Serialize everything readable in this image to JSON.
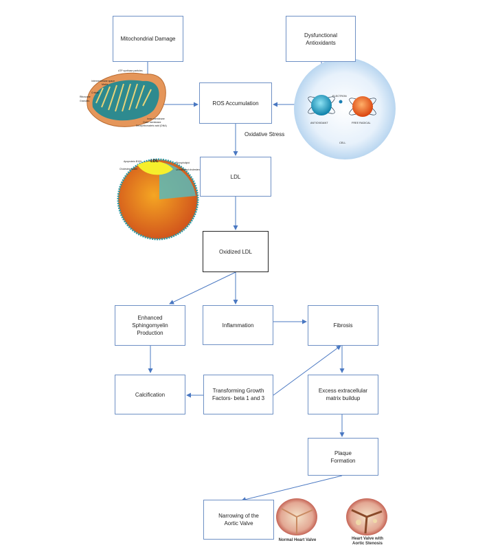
{
  "nodes": {
    "mitochondrial_damage": "Mitochondrial Damage",
    "dysfunctional_antioxidants": "Dysfunctional\nAntioxidants",
    "ros_accumulation": "ROS Accumulation",
    "ldl": "LDL",
    "oxidized_ldl": "Oxidized LDL",
    "enhanced_sphingomyelin": "Enhanced\nSphingomyelin\nProduction",
    "inflammation": "Inflammation",
    "fibrosis": "Fibrosis",
    "calcification": "Calcification",
    "tgf_beta": "Transforming Growth\nFactors- beta 1 and 3",
    "excess_ecm": "Excess extracellular\nmatrix buildup",
    "plaque_formation": "Plaque\nFormation",
    "narrowing_aortic_valve": "Narrowing of the\nAortic Valve"
  },
  "edge_labels": {
    "oxidative_stress": "Oxidative Stress"
  },
  "illustrations": {
    "mitochondrion": {
      "labels": [
        "ATP synthase particles",
        "Intermembrane space",
        "Matrix",
        "Cristae",
        "Ribosome",
        "Granules",
        "Inner membrane",
        "Outer membrane",
        "Deoxyribonucleic acid (DNA)"
      ]
    },
    "antioxidant_cell": {
      "labels": [
        "ELECTRON",
        "ANTIOXIDANT",
        "FREE RADICAL",
        "CELL"
      ]
    },
    "ldl_particle": {
      "title": "LDL",
      "labels": [
        "Apoprotein B100",
        "Phospholipid",
        "Cholesteryl ester",
        "Unesterified cholesterol"
      ]
    },
    "heart_valves": {
      "normal": "Normal Heart Valve",
      "stenosis": "Heart Valve with\nAortic Stenosis"
    }
  },
  "colors": {
    "arrow": "#4a78c2",
    "box_border": "#6d8fc4"
  }
}
